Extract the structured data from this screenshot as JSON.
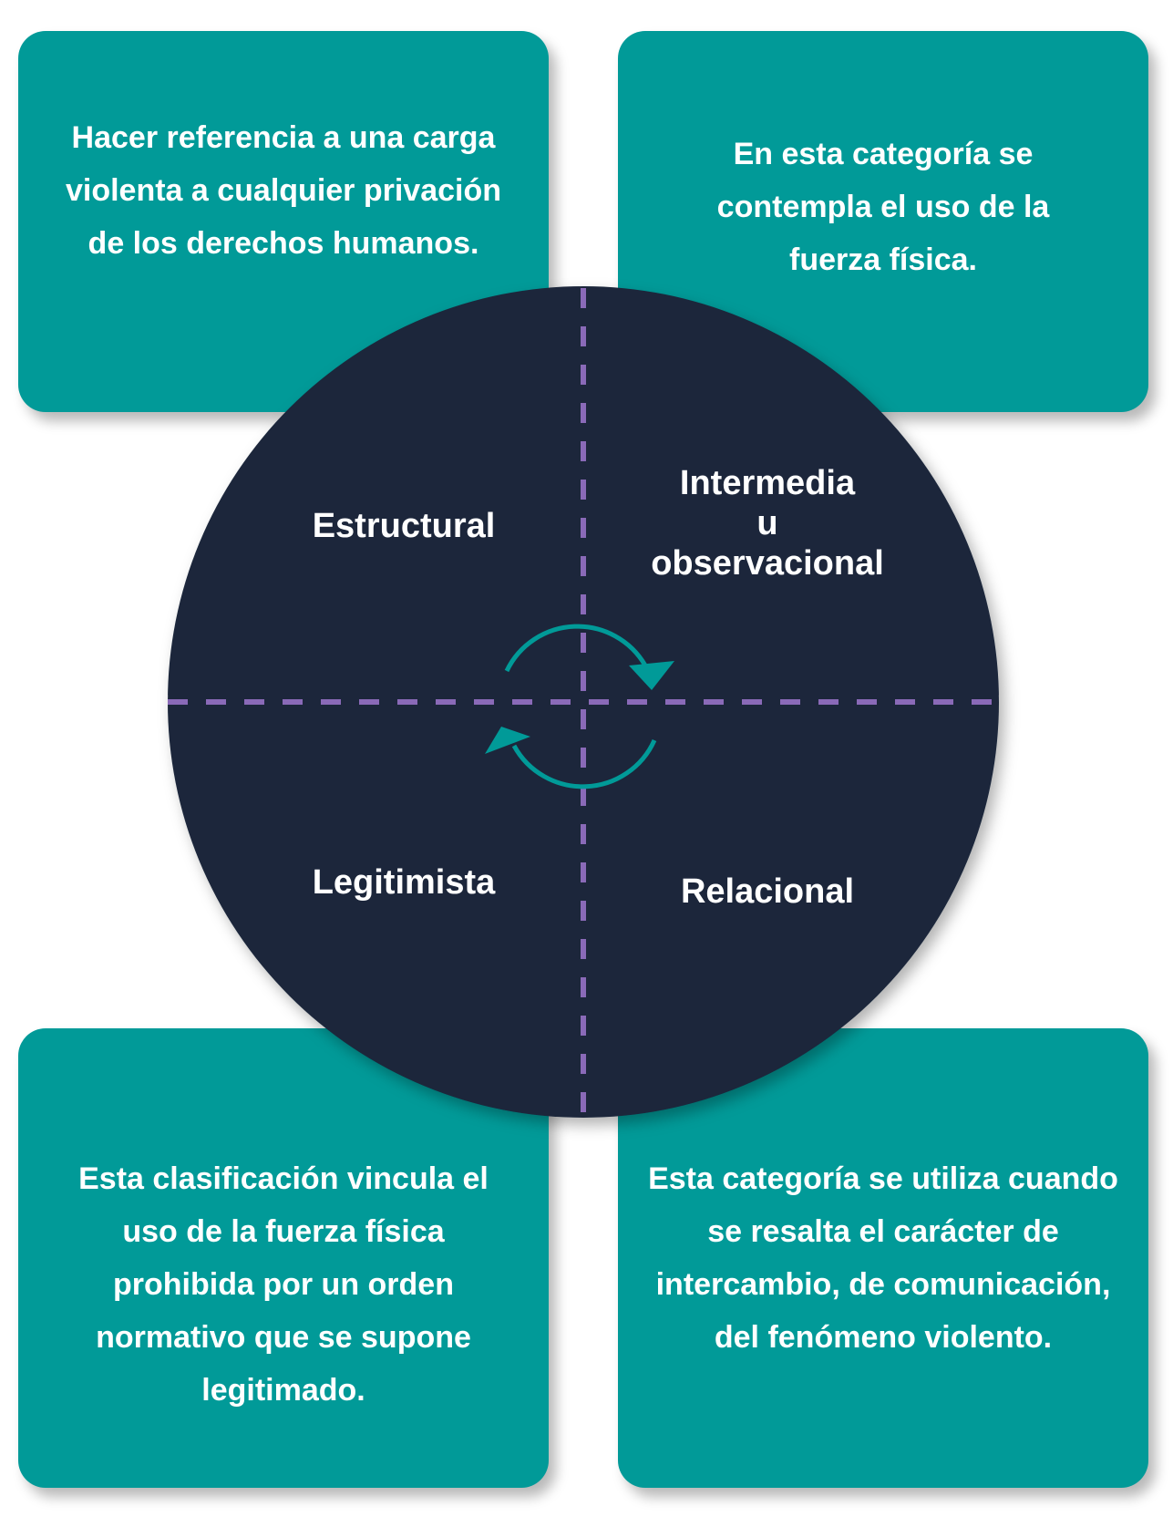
{
  "colors": {
    "card": "#019a98",
    "circle": "#1a283b",
    "divider": "#8a6ab8",
    "cycle_arrows": "#019a98",
    "text": "#ffffff"
  },
  "cards": {
    "top_left": {
      "text": "Hacer referencia a una carga violenta a cualquier privación de los derechos humanos."
    },
    "top_right": {
      "text": "En esta categoría se contempla el uso de la fuerza física."
    },
    "bottom_left": {
      "text": "Esta clasificación vincula el uso de la fuerza física prohibida por un orden normativo que se supone legitimado."
    },
    "bottom_right": {
      "text": "Esta categoría se utiliza cuando se resalta el carácter de intercambio, de comunicación, del fenómeno violento."
    }
  },
  "quadrants": {
    "top_left": {
      "label": "Estructural"
    },
    "top_right": {
      "line1": "Intermedia",
      "line2": "u",
      "line3": "observacional"
    },
    "bottom_left": {
      "label": "Legitimista"
    },
    "bottom_right": {
      "label": "Relacional"
    }
  },
  "center_icon": "cycle-arrows-icon"
}
